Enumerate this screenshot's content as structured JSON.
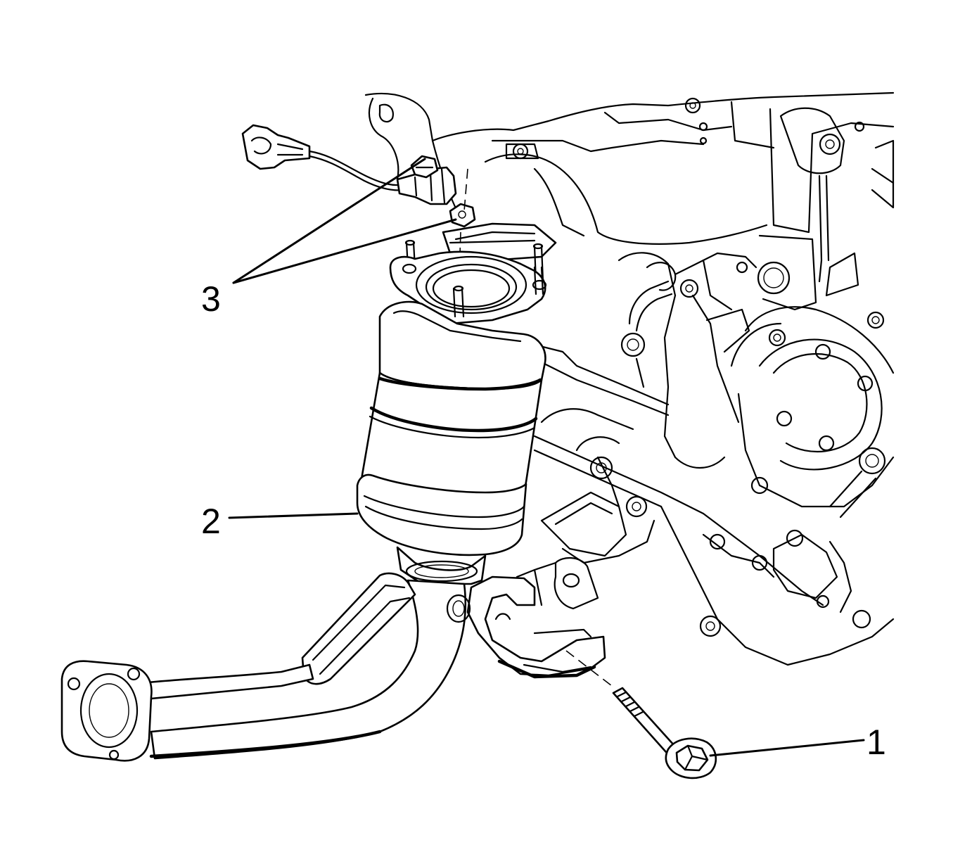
{
  "callouts": {
    "c1": "1",
    "c2": "2",
    "c3": "3"
  },
  "components": {
    "item_1": "bolt",
    "item_2": "catalytic-converter",
    "item_3": "nuts"
  }
}
